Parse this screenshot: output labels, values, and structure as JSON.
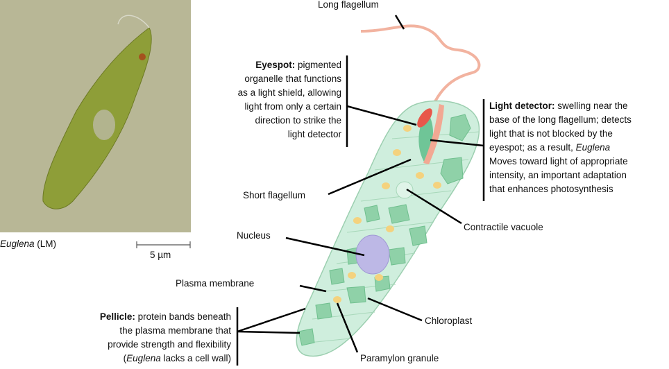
{
  "photo": {
    "caption_italic": "Euglena",
    "caption_rest": " (LM)",
    "scale_label": "5 µm"
  },
  "labels": {
    "long_flagellum": "Long flagellum",
    "eyespot": {
      "term": "Eyespot:",
      "lines": [
        " pigmented",
        "organelle that functions",
        "as a light shield, allowing",
        "light from only a certain",
        "direction to strike the",
        "light detector"
      ]
    },
    "light_detector": {
      "term": "Light detector:",
      "lines": [
        " swelling near the",
        "base of the long flagellum; detects",
        "light that is not blocked by the",
        "eyespot; as a result, ",
        "Euglena",
        "Moves toward light of appropriate",
        "intensity, an important adaptation",
        "that enhances photosynthesis"
      ]
    },
    "short_flagellum": "Short flagellum",
    "contractile_vacuole": "Contractile vacuole",
    "nucleus": "Nucleus",
    "plasma_membrane": "Plasma membrane",
    "pellicle": {
      "term": "Pellicle:",
      "lines": [
        " protein bands beneath",
        "the plasma membrane that",
        "provide strength and flexibility",
        "(",
        "Euglena",
        " lacks a cell wall)"
      ]
    },
    "chloroplast": "Chloroplast",
    "paramylon_granule": "Paramylon granule"
  }
}
